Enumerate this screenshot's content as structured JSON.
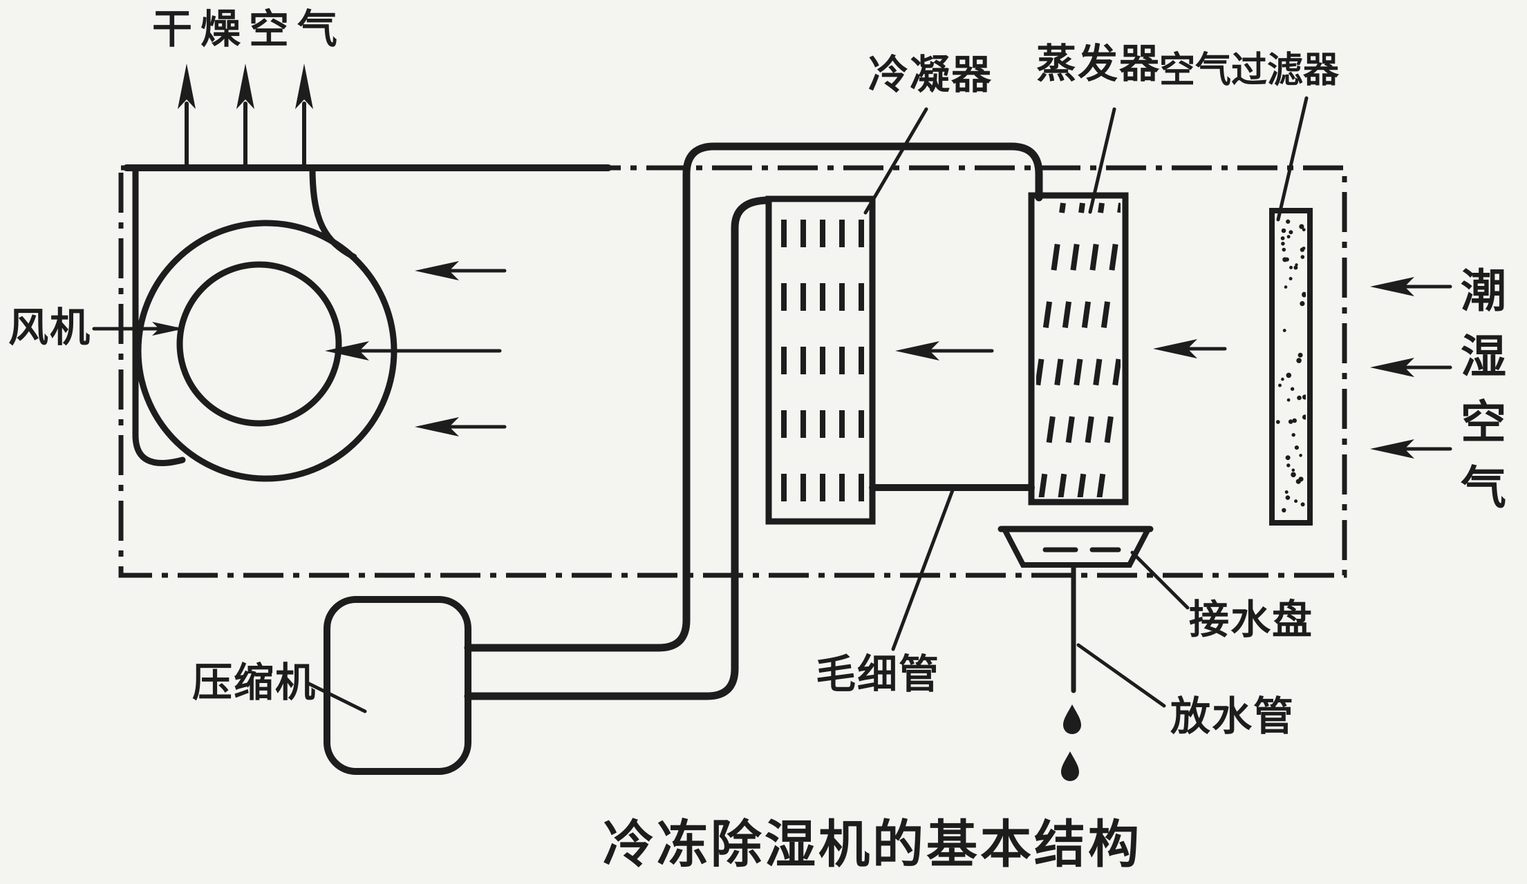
{
  "colors": {
    "ink": "#1d1d1d",
    "paper": "#f4f4f1"
  },
  "figure": {
    "caption": "冷冻除湿机的基本结构"
  },
  "labels": {
    "dry_air": "干燥空气",
    "fan": "风机",
    "condenser": "冷凝器",
    "evaporator": "蒸发器",
    "air_filter": "空气过滤器",
    "capillary_tube": "毛细管",
    "compressor": "压缩机",
    "drip_tray": "接水盘",
    "drain_pipe": "放水管",
    "humid_air": "潮湿空气",
    "humid_air_chars": [
      "潮",
      "湿",
      "空",
      "气"
    ]
  }
}
